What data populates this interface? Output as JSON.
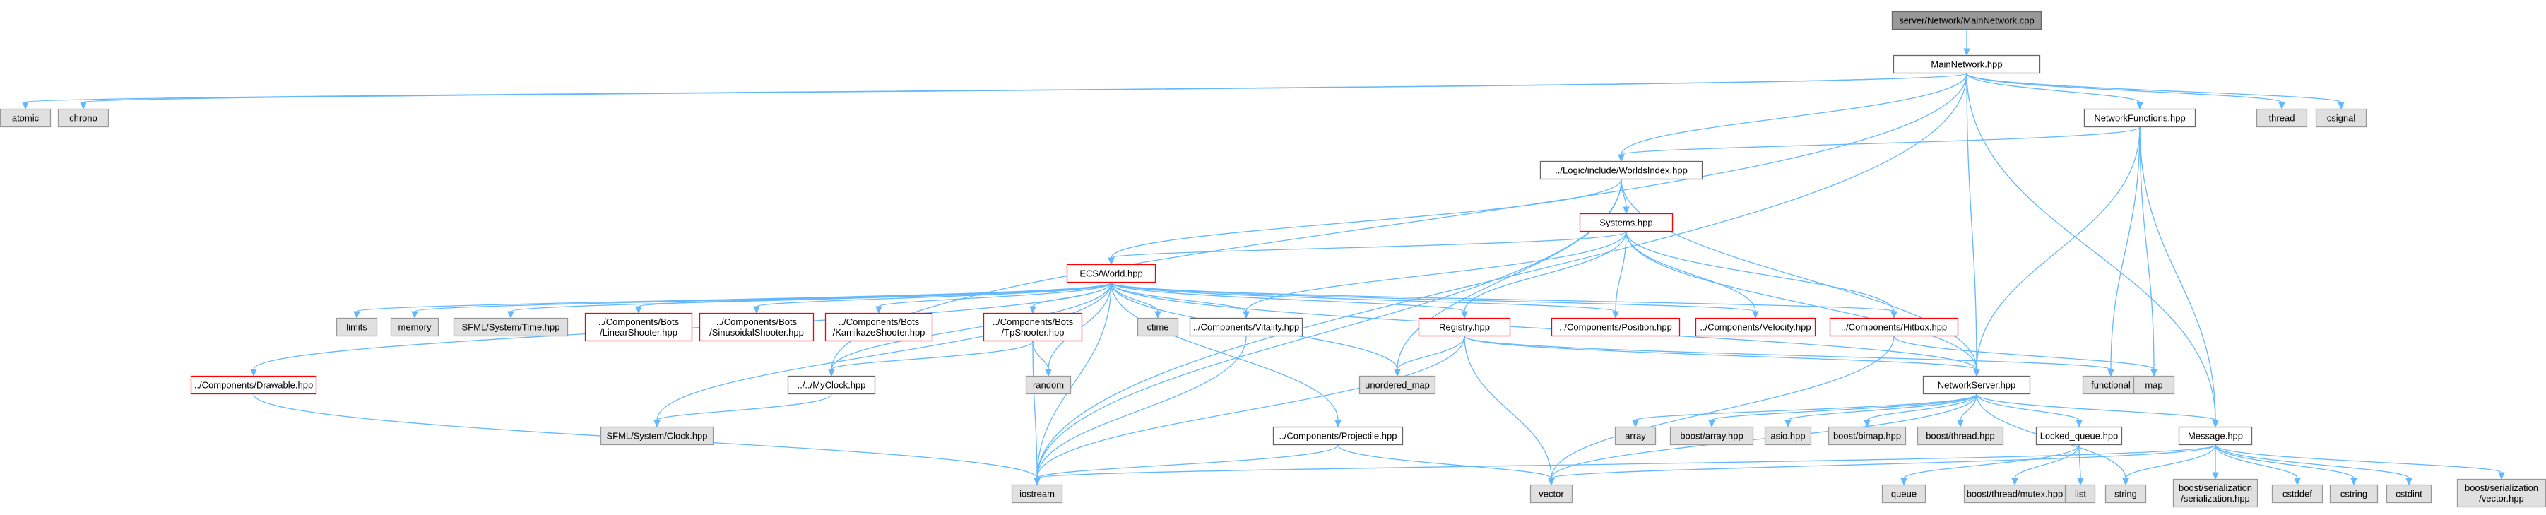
{
  "colors": {
    "edge": "#63b8ff",
    "normal_fill": "#ffffff",
    "normal_stroke": "#666666",
    "root_fill": "#999999",
    "external_fill": "#e0e0e0",
    "external_stroke": "#999999",
    "truncated_stroke": "#ff0000"
  },
  "nodes": [
    {
      "id": "main_cpp",
      "label": [
        "server/Network/MainNetwork.cpp"
      ],
      "kind": "root"
    },
    {
      "id": "mainnet",
      "label": [
        "MainNetwork.hpp"
      ],
      "kind": "normal"
    },
    {
      "id": "atomic",
      "label": [
        "atomic"
      ],
      "kind": "external"
    },
    {
      "id": "chrono",
      "label": [
        "chrono"
      ],
      "kind": "external"
    },
    {
      "id": "thread",
      "label": [
        "thread"
      ],
      "kind": "external"
    },
    {
      "id": "csignal",
      "label": [
        "csignal"
      ],
      "kind": "external"
    },
    {
      "id": "netfunc",
      "label": [
        "NetworkFunctions.hpp"
      ],
      "kind": "normal"
    },
    {
      "id": "worldsidx",
      "label": [
        "../Logic/include/WorldsIndex.hpp"
      ],
      "kind": "normal"
    },
    {
      "id": "systems",
      "label": [
        "Systems.hpp"
      ],
      "kind": "truncated"
    },
    {
      "id": "world",
      "label": [
        "ECS/World.hpp"
      ],
      "kind": "truncated"
    },
    {
      "id": "limits",
      "label": [
        "limits"
      ],
      "kind": "external"
    },
    {
      "id": "memory",
      "label": [
        "memory"
      ],
      "kind": "external"
    },
    {
      "id": "sfmltime",
      "label": [
        "SFML/System/Time.hpp"
      ],
      "kind": "external"
    },
    {
      "id": "linear",
      "label": [
        "../Components/Bots",
        "/LinearShooter.hpp"
      ],
      "kind": "truncated"
    },
    {
      "id": "sinus",
      "label": [
        "../Components/Bots",
        "/SinusoidalShooter.hpp"
      ],
      "kind": "truncated"
    },
    {
      "id": "kamikaze",
      "label": [
        "../Components/Bots",
        "/KamikazeShooter.hpp"
      ],
      "kind": "truncated"
    },
    {
      "id": "tpshooter",
      "label": [
        "../Components/Bots",
        "/TpShooter.hpp"
      ],
      "kind": "truncated"
    },
    {
      "id": "ctime",
      "label": [
        "ctime"
      ],
      "kind": "external"
    },
    {
      "id": "vitality",
      "label": [
        "../Components/Vitality.hpp"
      ],
      "kind": "normal"
    },
    {
      "id": "registry",
      "label": [
        "Registry.hpp"
      ],
      "kind": "truncated"
    },
    {
      "id": "position",
      "label": [
        "../Components/Position.hpp"
      ],
      "kind": "truncated"
    },
    {
      "id": "velocity",
      "label": [
        "../Components/Velocity.hpp"
      ],
      "kind": "truncated"
    },
    {
      "id": "hitbox",
      "label": [
        "../Components/Hitbox.hpp"
      ],
      "kind": "truncated"
    },
    {
      "id": "drawable",
      "label": [
        "../Components/Drawable.hpp"
      ],
      "kind": "truncated"
    },
    {
      "id": "myclock",
      "label": [
        "../../MyClock.hpp"
      ],
      "kind": "normal"
    },
    {
      "id": "random",
      "label": [
        "random"
      ],
      "kind": "external"
    },
    {
      "id": "unordered_map",
      "label": [
        "unordered_map"
      ],
      "kind": "external"
    },
    {
      "id": "netserver",
      "label": [
        "NetworkServer.hpp"
      ],
      "kind": "normal"
    },
    {
      "id": "functional",
      "label": [
        "functional"
      ],
      "kind": "external"
    },
    {
      "id": "map",
      "label": [
        "map"
      ],
      "kind": "external"
    },
    {
      "id": "sfmlclock",
      "label": [
        "SFML/System/Clock.hpp"
      ],
      "kind": "external"
    },
    {
      "id": "projectile",
      "label": [
        "../Components/Projectile.hpp"
      ],
      "kind": "normal"
    },
    {
      "id": "array",
      "label": [
        "array"
      ],
      "kind": "external"
    },
    {
      "id": "boostarray",
      "label": [
        "boost/array.hpp"
      ],
      "kind": "external"
    },
    {
      "id": "asio",
      "label": [
        "asio.hpp"
      ],
      "kind": "external"
    },
    {
      "id": "bimap",
      "label": [
        "boost/bimap.hpp"
      ],
      "kind": "external"
    },
    {
      "id": "bthread",
      "label": [
        "boost/thread.hpp"
      ],
      "kind": "external"
    },
    {
      "id": "lockedq",
      "label": [
        "Locked_queue.hpp"
      ],
      "kind": "normal"
    },
    {
      "id": "message",
      "label": [
        "Message.hpp"
      ],
      "kind": "normal"
    },
    {
      "id": "iostream",
      "label": [
        "iostream"
      ],
      "kind": "external"
    },
    {
      "id": "vector",
      "label": [
        "vector"
      ],
      "kind": "external"
    },
    {
      "id": "queue",
      "label": [
        "queue"
      ],
      "kind": "external"
    },
    {
      "id": "mutex",
      "label": [
        "boost/thread/mutex.hpp"
      ],
      "kind": "external"
    },
    {
      "id": "list",
      "label": [
        "list"
      ],
      "kind": "external"
    },
    {
      "id": "string",
      "label": [
        "string"
      ],
      "kind": "external"
    },
    {
      "id": "bser",
      "label": [
        "boost/serialization",
        "/serialization.hpp"
      ],
      "kind": "external"
    },
    {
      "id": "cstddef",
      "label": [
        "cstddef"
      ],
      "kind": "external"
    },
    {
      "id": "cstring",
      "label": [
        "cstring"
      ],
      "kind": "external"
    },
    {
      "id": "cstdint",
      "label": [
        "cstdint"
      ],
      "kind": "external"
    },
    {
      "id": "bvector",
      "label": [
        "boost/serialization",
        "/vector.hpp"
      ],
      "kind": "external"
    }
  ],
  "edges": [
    [
      "main_cpp",
      "mainnet"
    ],
    [
      "mainnet",
      "atomic"
    ],
    [
      "mainnet",
      "chrono"
    ],
    [
      "mainnet",
      "iostream"
    ],
    [
      "mainnet",
      "myclock"
    ],
    [
      "mainnet",
      "worldsidx"
    ],
    [
      "mainnet",
      "netserver"
    ],
    [
      "mainnet",
      "netfunc"
    ],
    [
      "mainnet",
      "message"
    ],
    [
      "mainnet",
      "thread"
    ],
    [
      "mainnet",
      "csignal"
    ],
    [
      "netfunc",
      "worldsidx"
    ],
    [
      "netfunc",
      "netserver"
    ],
    [
      "netfunc",
      "functional"
    ],
    [
      "netfunc",
      "map"
    ],
    [
      "netfunc",
      "message"
    ],
    [
      "worldsidx",
      "iostream"
    ],
    [
      "worldsidx",
      "world"
    ],
    [
      "worldsidx",
      "systems"
    ],
    [
      "worldsidx",
      "unordered_map"
    ],
    [
      "worldsidx",
      "netserver"
    ],
    [
      "systems",
      "world"
    ],
    [
      "systems",
      "vitality"
    ],
    [
      "systems",
      "registry"
    ],
    [
      "systems",
      "position"
    ],
    [
      "systems",
      "velocity"
    ],
    [
      "systems",
      "hitbox"
    ],
    [
      "systems",
      "netserver"
    ],
    [
      "world",
      "drawable"
    ],
    [
      "world",
      "sfmlclock"
    ],
    [
      "world",
      "iostream"
    ],
    [
      "world",
      "limits"
    ],
    [
      "world",
      "memory"
    ],
    [
      "world",
      "sfmltime"
    ],
    [
      "world",
      "linear"
    ],
    [
      "world",
      "sinus"
    ],
    [
      "world",
      "kamikaze"
    ],
    [
      "world",
      "tpshooter"
    ],
    [
      "world",
      "random"
    ],
    [
      "world",
      "ctime"
    ],
    [
      "world",
      "vitality"
    ],
    [
      "world",
      "projectile"
    ],
    [
      "world",
      "unordered_map"
    ],
    [
      "world",
      "registry"
    ],
    [
      "world",
      "position"
    ],
    [
      "world",
      "velocity"
    ],
    [
      "world",
      "hitbox"
    ],
    [
      "world",
      "myclock"
    ],
    [
      "world",
      "netserver"
    ],
    [
      "tpshooter",
      "myclock"
    ],
    [
      "tpshooter",
      "random"
    ],
    [
      "tpshooter",
      "iostream"
    ],
    [
      "vitality",
      "iostream"
    ],
    [
      "registry",
      "unordered_map"
    ],
    [
      "registry",
      "netserver"
    ],
    [
      "registry",
      "functional"
    ],
    [
      "registry",
      "iostream"
    ],
    [
      "registry",
      "vector"
    ],
    [
      "hitbox",
      "vector"
    ],
    [
      "hitbox",
      "map"
    ],
    [
      "drawable",
      "iostream"
    ],
    [
      "myclock",
      "sfmlclock"
    ],
    [
      "projectile",
      "iostream"
    ],
    [
      "projectile",
      "vector"
    ],
    [
      "netserver",
      "array"
    ],
    [
      "netserver",
      "boostarray"
    ],
    [
      "netserver",
      "asio"
    ],
    [
      "netserver",
      "bimap"
    ],
    [
      "netserver",
      "bthread"
    ],
    [
      "netserver",
      "lockedq"
    ],
    [
      "netserver",
      "message"
    ],
    [
      "netserver",
      "string"
    ],
    [
      "netserver",
      "vector"
    ],
    [
      "lockedq",
      "queue"
    ],
    [
      "lockedq",
      "mutex"
    ],
    [
      "lockedq",
      "list"
    ],
    [
      "message",
      "iostream"
    ],
    [
      "message",
      "vector"
    ],
    [
      "message",
      "string"
    ],
    [
      "message",
      "bser"
    ],
    [
      "message",
      "cstddef"
    ],
    [
      "message",
      "cstring"
    ],
    [
      "message",
      "cstdint"
    ],
    [
      "message",
      "bvector"
    ]
  ]
}
